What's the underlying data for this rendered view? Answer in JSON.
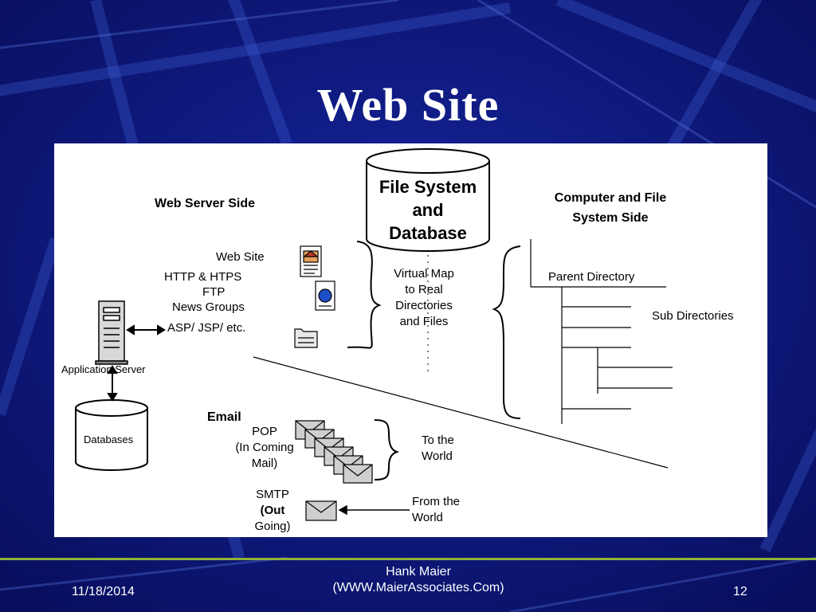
{
  "slide": {
    "title": "Web Site"
  },
  "diagram": {
    "file_system_db": [
      "File System",
      "and",
      "Database"
    ],
    "virtual_map": [
      "Virtual Map",
      "to Real",
      "Directories",
      "and Files"
    ],
    "web_server_side": "Web Server Side",
    "computer_file_side": [
      "Computer and File",
      "System Side"
    ],
    "web_site": "Web Site",
    "http_https": "HTTP & HTPS",
    "ftp": "FTP",
    "news_groups": "News Groups",
    "asp_jsp": "ASP/ JSP/ etc.",
    "application_server": "Application Server",
    "databases": "Databases",
    "parent_directory": "Parent Directory",
    "sub_directories": "Sub Directories",
    "email": "Email",
    "pop": [
      "POP",
      "(In Coming",
      "Mail)"
    ],
    "smtp": "SMTP",
    "smtp_out": "(Out",
    "smtp_going": "Going)",
    "to_the_world": [
      "To the",
      "World"
    ],
    "from_the_world": [
      "From the",
      "World"
    ]
  },
  "footer": {
    "date": "11/18/2014",
    "author": "Hank Maier",
    "site": "(WWW.MaierAssociates.Com)",
    "page": "12"
  },
  "colors": {
    "background": "#0c1478",
    "footer_rule": "#8fb33a"
  },
  "icons": [
    "web-page-icon",
    "globe-document-icon",
    "folder-icon",
    "server-tower-icon",
    "envelope-icon"
  ]
}
